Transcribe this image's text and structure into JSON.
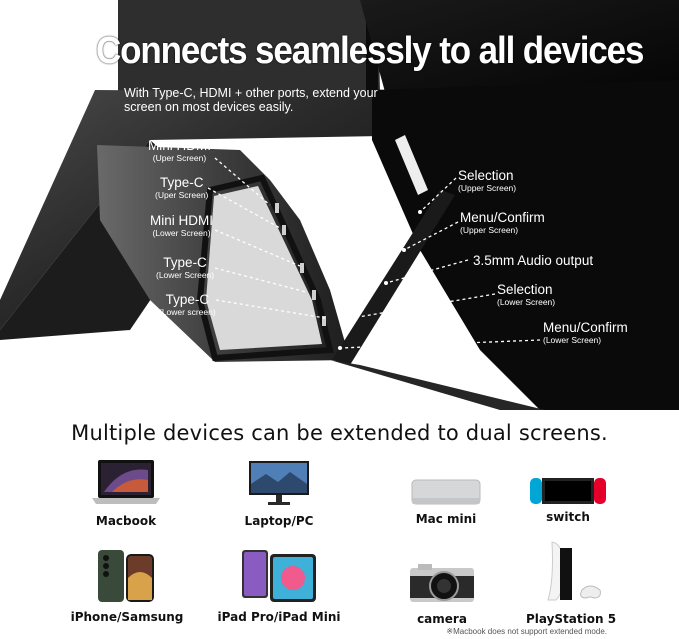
{
  "hero": {
    "title": "Connects seamlessly to all devices",
    "subtitle": "With Type-C, HDMI + other ports, extend your screen on most devices easily."
  },
  "left_ports": [
    {
      "main": "Mini HDMI",
      "sub": "(Uper Screen)"
    },
    {
      "main": "Type-C",
      "sub": "(Uper Screen)"
    },
    {
      "main": "Mini HDMI",
      "sub": "(Lower Screen)"
    },
    {
      "main": "Type-C",
      "sub": "(Lower Screen)"
    },
    {
      "main": "Type-C",
      "sub": "(Lower screen)"
    }
  ],
  "right_ports": [
    {
      "main": "Selection",
      "sub": "(Upper Screen)"
    },
    {
      "main": "Menu/Confirm",
      "sub": "(Upper Screen)"
    },
    {
      "main": "3.5mm Audio output",
      "sub": ""
    },
    {
      "main": "Selection",
      "sub": "(Lower Screen)"
    },
    {
      "main": "Menu/Confirm",
      "sub": "(Lower Screen)"
    }
  ],
  "devices_heading": "Multiple devices can be extended to dual screens.",
  "devices": [
    {
      "name": "Macbook",
      "icon": "macbook-icon"
    },
    {
      "name": "Laptop/PC",
      "icon": "monitor-icon"
    },
    {
      "name": "Mac mini",
      "icon": "mac-mini-icon"
    },
    {
      "name": "switch",
      "icon": "switch-console-icon"
    },
    {
      "name": "iPhone/Samsung",
      "icon": "smartphones-icon"
    },
    {
      "name": "iPad Pro/iPad Mini",
      "icon": "tablets-icon"
    },
    {
      "name": "camera",
      "icon": "camera-icon"
    },
    {
      "name": "PlayStation 5",
      "icon": "playstation-icon"
    }
  ],
  "footnote": "※Macbook does not support extended mode.",
  "colors": {
    "panel": "#0b0b0b",
    "frame": "#1c1c1c",
    "switch_red": "#e4002b",
    "switch_blue": "#00a6d6"
  }
}
